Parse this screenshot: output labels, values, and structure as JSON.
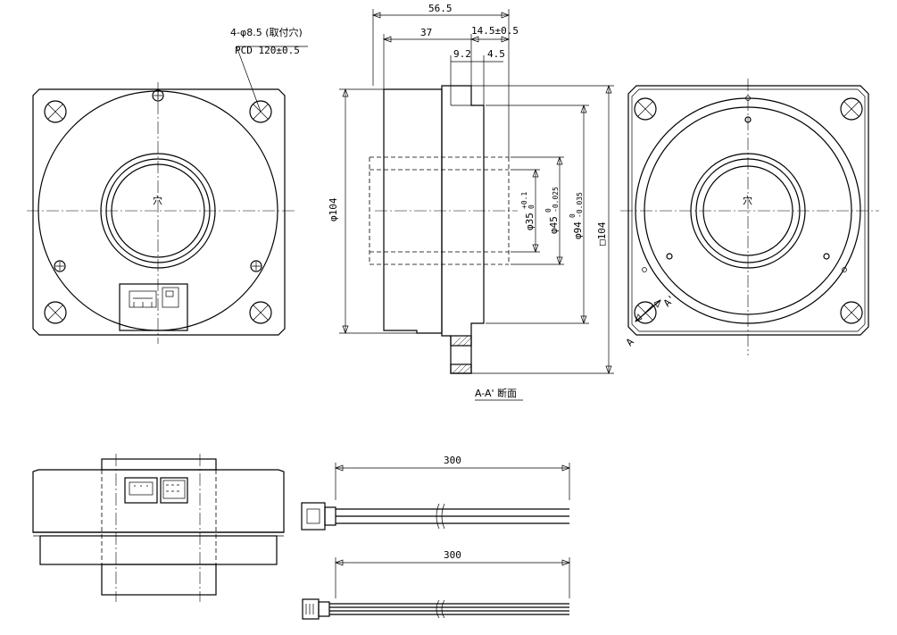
{
  "front_view": {
    "hole_callout_line1": "4-φ8.5 (取付穴)",
    "hole_callout_line2": "PCD 120±0.5",
    "center_label": "穴"
  },
  "section_view": {
    "dim_overall": "56.5",
    "dim_body": "37",
    "dim_flange": "14.5±0.5",
    "dim_step": "9.2",
    "dim_lip": "4.5",
    "dia_outer": "φ104",
    "dia_bore": "φ35",
    "dia_bore_tol_upper": "+0.1",
    "dia_bore_tol_lower": "0",
    "dia_hub": "φ45",
    "dia_hub_tol_upper": "0",
    "dia_hub_tol_lower": "-0.025",
    "dia_pilot": "φ94",
    "dia_pilot_tol_upper": "0",
    "dia_pilot_tol_lower": "-0.035",
    "square_size": "□104",
    "section_label": "A-A' 断面"
  },
  "rear_view": {
    "center_label": "穴",
    "section_mark_1": "A",
    "section_mark_2": "A'"
  },
  "cables": {
    "cable_top_length": "300",
    "cable_bottom_length": "300"
  }
}
